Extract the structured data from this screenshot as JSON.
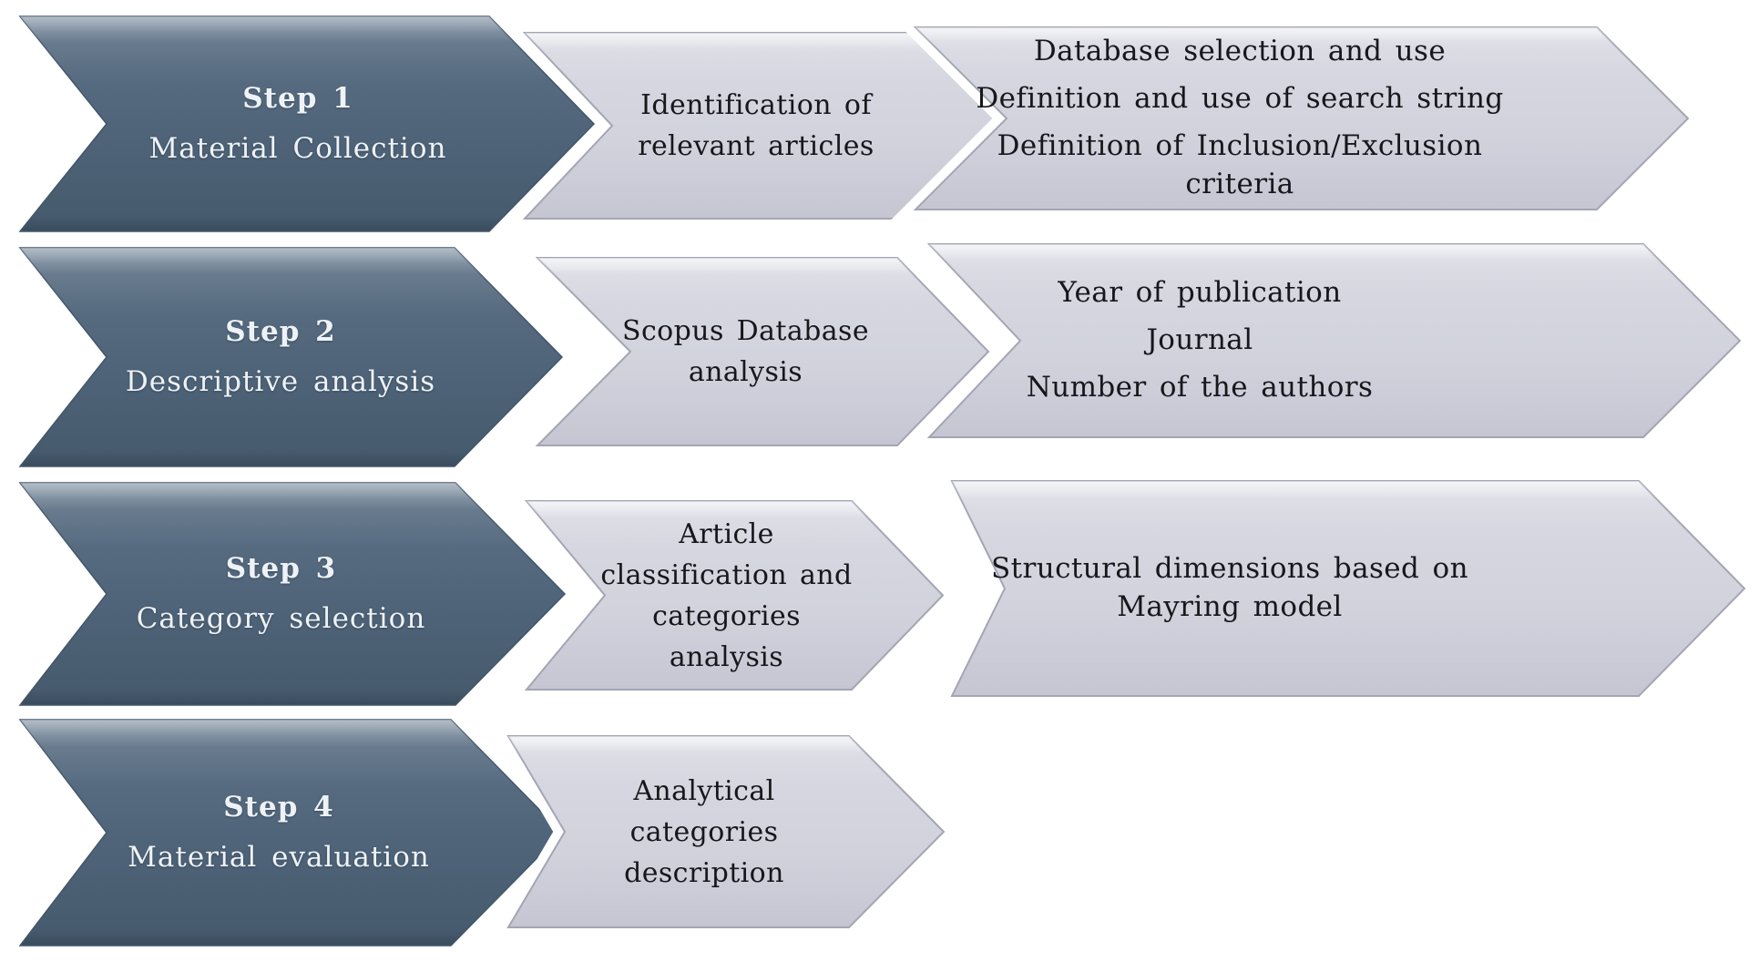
{
  "diagram": {
    "background": "#ffffff",
    "palette": {
      "step_arrow_fill": "#50657a",
      "step_arrow_edge": "#42566a",
      "activity_arrow_fill": "#d1d2dc",
      "activity_arrow_edge": "#a3a5b4",
      "step_text_color": "#eef2f6",
      "activity_text_color": "#17171c",
      "gap_outline_color": "#ffffff"
    },
    "steps": [
      {
        "step_label": "Step 1",
        "step_name": "Material Collection",
        "activity_lines": [
          "Identification of",
          "relevant articles"
        ],
        "details": [
          "Database selection and use",
          "Definition and use of search string",
          "Definition of Inclusion/Exclusion criteria"
        ]
      },
      {
        "step_label": "Step 2",
        "step_name": "Descriptive analysis",
        "activity_lines": [
          "Scopus Database",
          "analysis"
        ],
        "details": [
          "Year of publication",
          "Journal",
          "Number of the authors"
        ]
      },
      {
        "step_label": "Step 3",
        "step_name": "Category selection",
        "activity_lines": [
          "Article",
          "classification and",
          "categories",
          "analysis"
        ],
        "details": [
          "Structural dimensions based on Mayring model"
        ]
      },
      {
        "step_label": "Step 4",
        "step_name": "Material evaluation",
        "activity_lines": [
          "Analytical",
          "categories",
          "description"
        ],
        "details": []
      }
    ]
  }
}
